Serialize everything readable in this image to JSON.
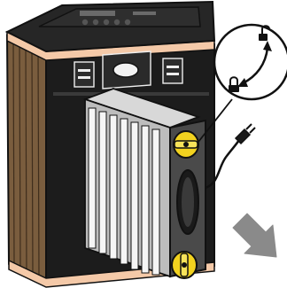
{
  "figure": {
    "subject": "appliance-filter-removal",
    "parts": {
      "appliance": "appliance-body",
      "control_panel": "top-control-panel",
      "filter_cartridge": "filter-cartridge",
      "lock_knobs": [
        "top-lock-knob",
        "bottom-lock-knob"
      ],
      "handle": "cartridge-handle",
      "cord": "power-cord-with-plug",
      "callout": "lock-unlock-callout",
      "arrow": "pull-out-arrow"
    },
    "icons": {
      "unlock": "unlock-icon",
      "lock": "lock-icon"
    },
    "colors": {
      "knob_yellow": "#f2d21f",
      "body_dark": "#1c1c1c",
      "trim_peach": "#f4c9a8",
      "arrow_gray": "#8a8a8a",
      "side_brown": "#7a5d3e",
      "filter_gray": "#bdbdbd"
    }
  }
}
